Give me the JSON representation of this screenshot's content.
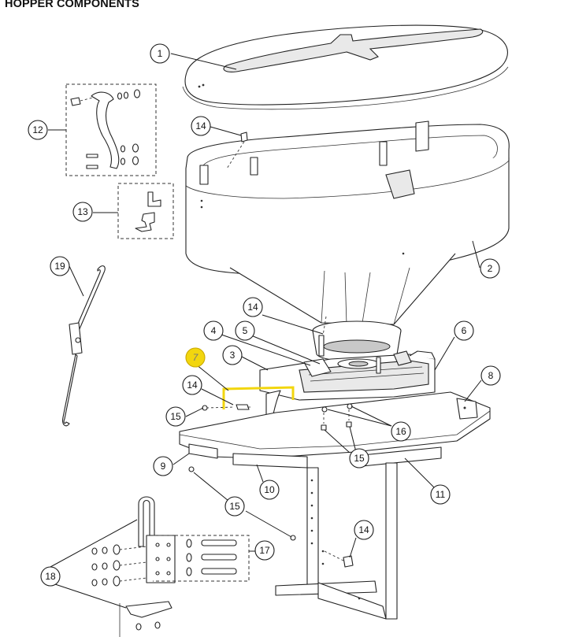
{
  "title": "HOPPER COMPONENTS",
  "callouts": [
    {
      "id": "c1",
      "label": "1"
    },
    {
      "id": "c2",
      "label": "2"
    },
    {
      "id": "c3",
      "label": "3"
    },
    {
      "id": "c4",
      "label": "4"
    },
    {
      "id": "c5",
      "label": "5"
    },
    {
      "id": "c6",
      "label": "6"
    },
    {
      "id": "c7",
      "label": "7",
      "highlighted": true
    },
    {
      "id": "c8",
      "label": "8"
    },
    {
      "id": "c9",
      "label": "9"
    },
    {
      "id": "c10",
      "label": "10"
    },
    {
      "id": "c11",
      "label": "11"
    },
    {
      "id": "c12",
      "label": "12"
    },
    {
      "id": "c13",
      "label": "13"
    },
    {
      "id": "c14a",
      "label": "14"
    },
    {
      "id": "c14b",
      "label": "14"
    },
    {
      "id": "c14c",
      "label": "14"
    },
    {
      "id": "c14d",
      "label": "14"
    },
    {
      "id": "c15a",
      "label": "15"
    },
    {
      "id": "c15b",
      "label": "15"
    },
    {
      "id": "c15c",
      "label": "15"
    },
    {
      "id": "c16",
      "label": "16"
    },
    {
      "id": "c17",
      "label": "17"
    },
    {
      "id": "c18",
      "label": "18"
    },
    {
      "id": "c19",
      "label": "19"
    }
  ],
  "colors": {
    "highlight": "#f2d60e",
    "line": "#222222"
  }
}
